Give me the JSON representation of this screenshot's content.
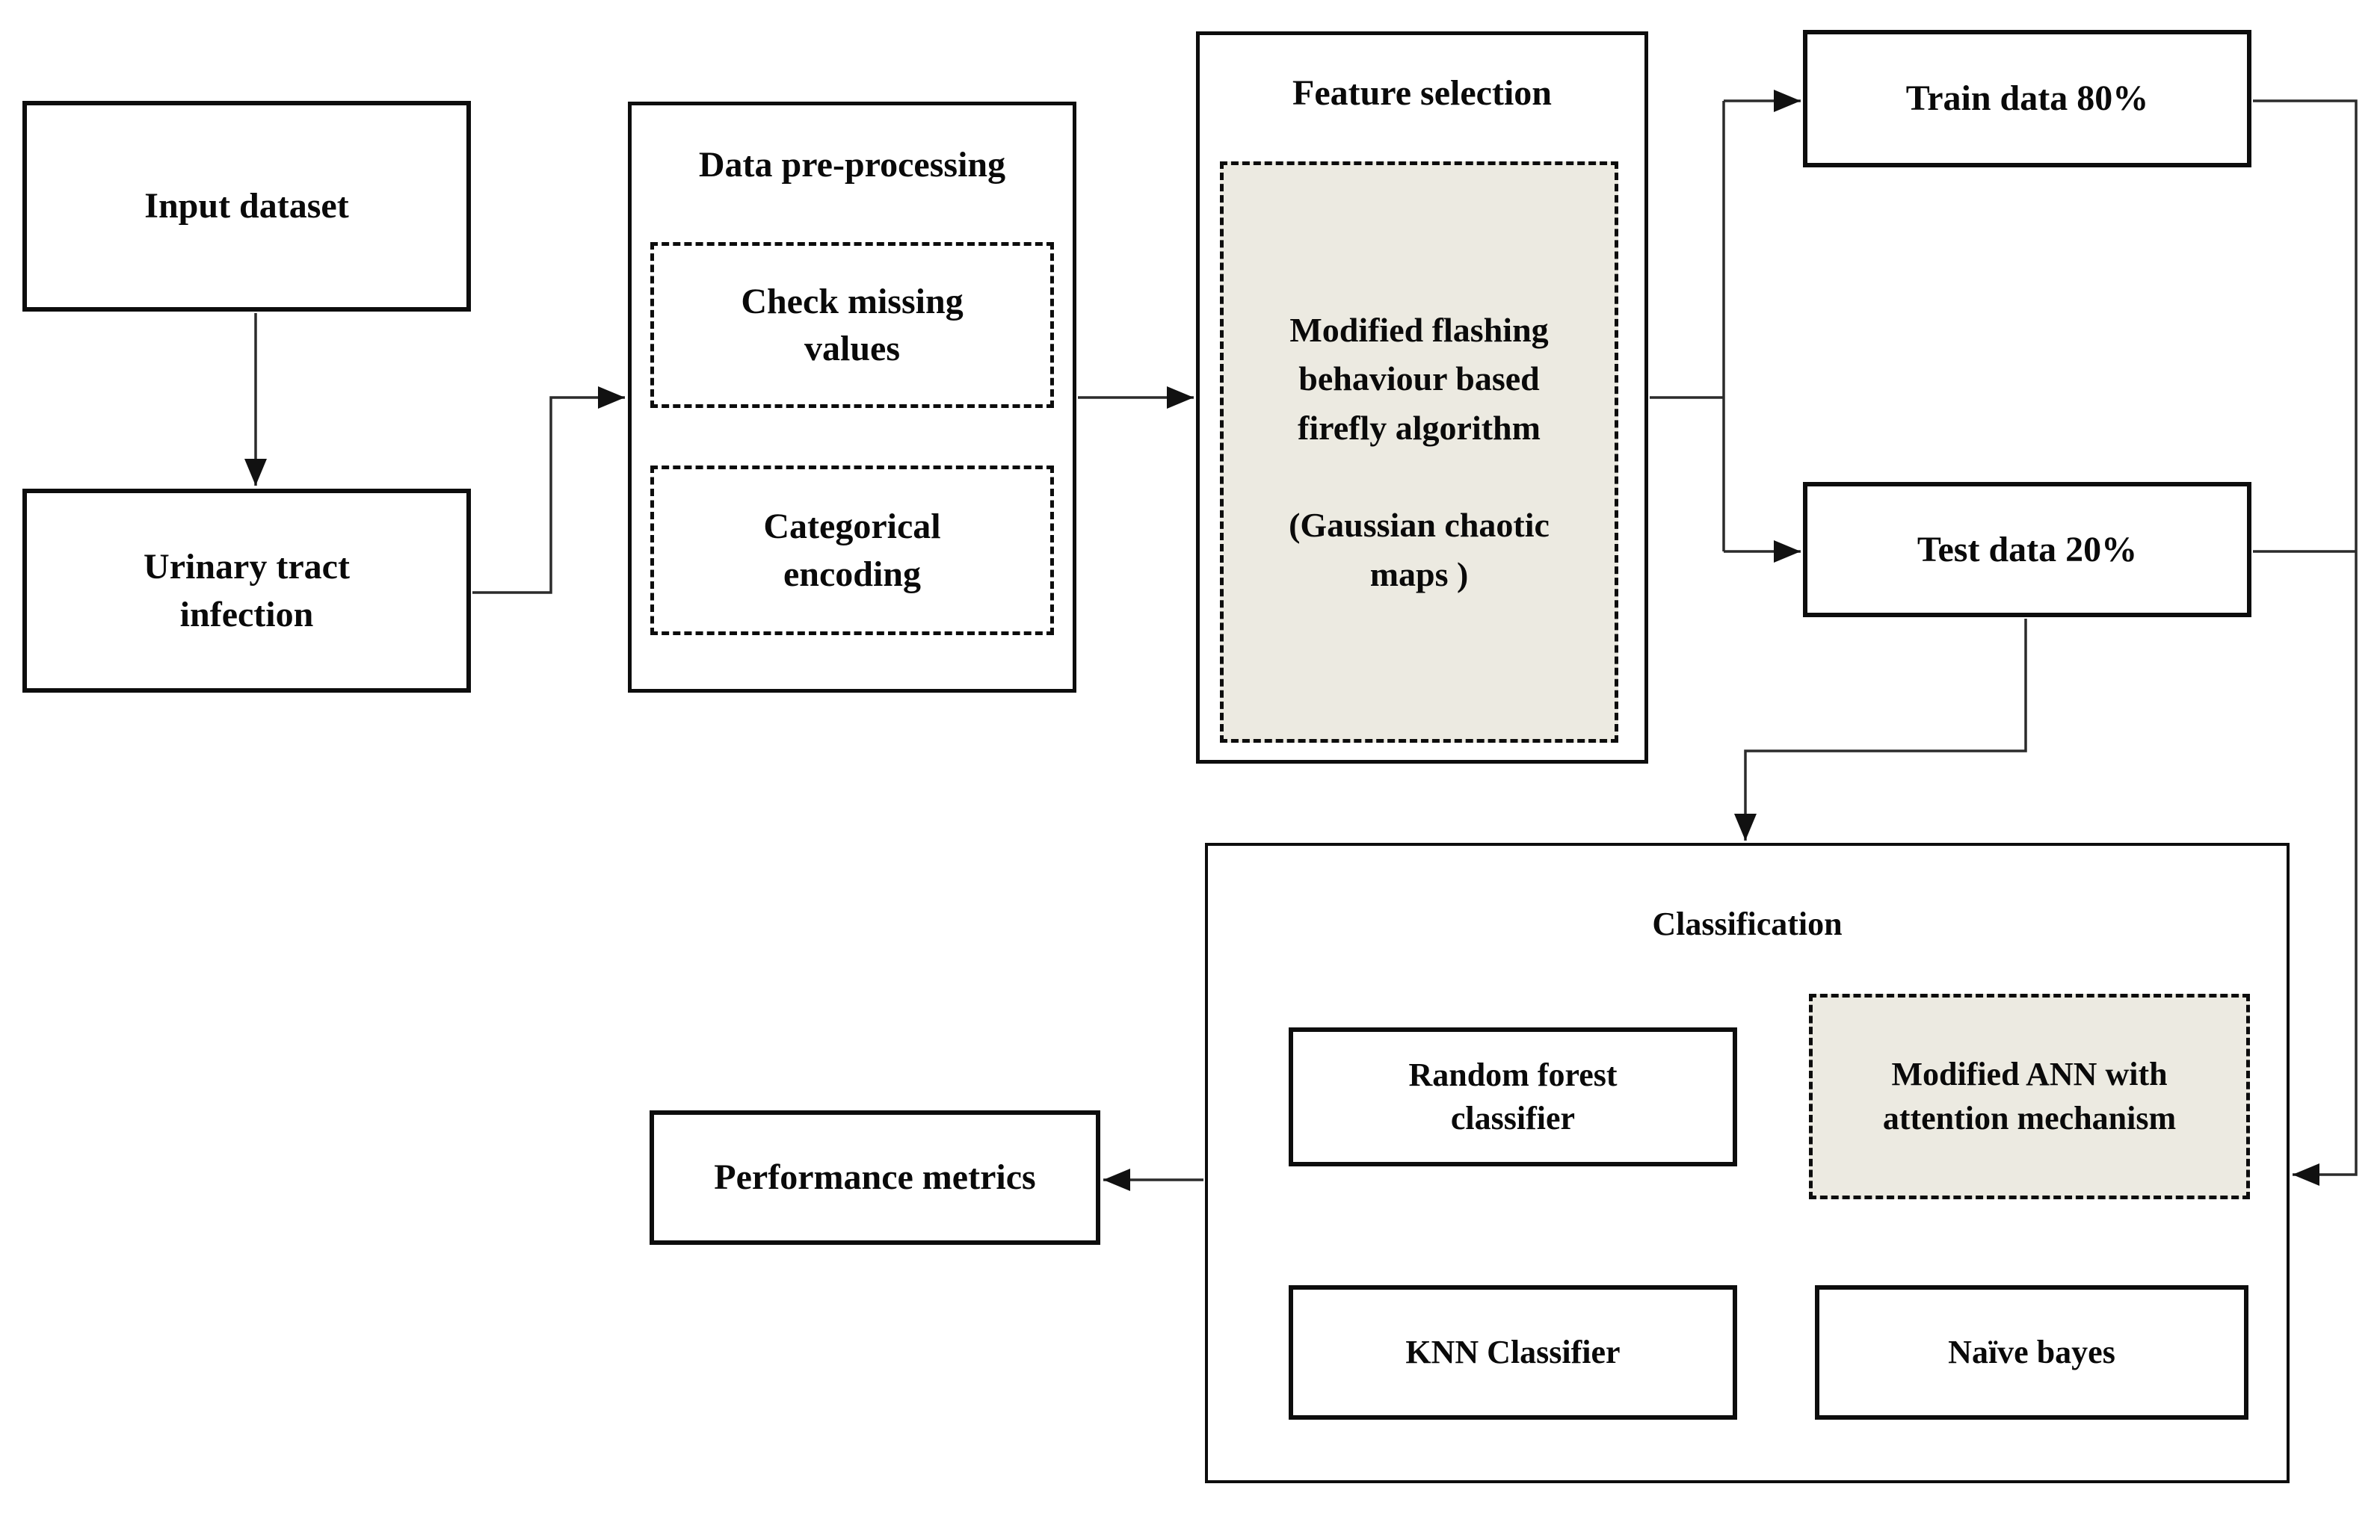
{
  "nodes": {
    "input_dataset": {
      "label": "Input dataset"
    },
    "urinary": {
      "label": "Urinary tract\ninfection"
    },
    "preprocessing": {
      "title": "Data pre-processing",
      "check_missing": "Check missing\nvalues",
      "categorical": "Categorical\nencoding"
    },
    "feature_selection": {
      "title": "Feature selection",
      "firefly": "Modified flashing\nbehaviour based\nfirefly algorithm\n\n(Gaussian chaotic\nmaps )"
    },
    "train": {
      "label": "Train data 80%"
    },
    "test": {
      "label": "Test data 20%"
    },
    "classification": {
      "title": "Classification",
      "random_forest": "Random forest\nclassifier",
      "modified_ann": "Modified ANN with\nattention mechanism",
      "knn": "KNN Classifier",
      "naive_bayes": "Naïve bayes"
    },
    "performance": {
      "label": "Performance metrics"
    }
  },
  "colors": {
    "highlight_fill": "#ECEAE1",
    "box_border": "#0d0d0d",
    "connector_line": "#2b2b2b",
    "background": "#ffffff"
  }
}
